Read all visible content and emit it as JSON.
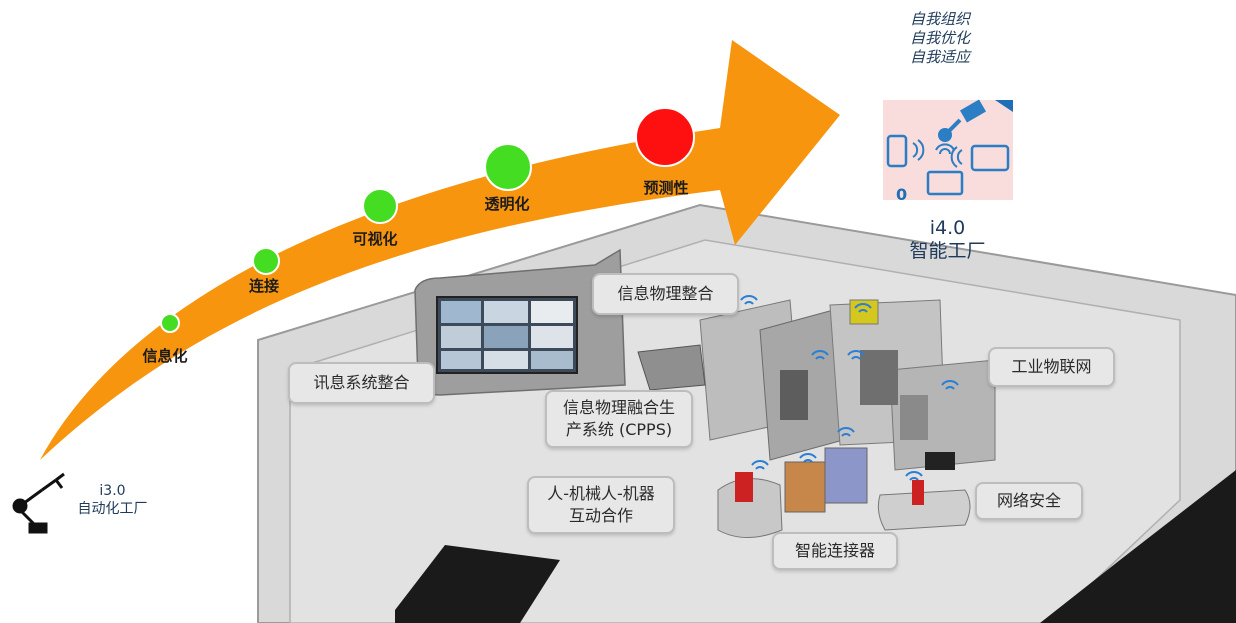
{
  "start": {
    "version": "i3.0",
    "name": "自动化工厂",
    "icon": "robot-arm-icon"
  },
  "end": {
    "version": "i4.0",
    "name": "智能工厂",
    "icon": "smart-connected-devices-icon"
  },
  "goals": [
    "自我组织",
    "自我优化",
    "自我适应"
  ],
  "stages": [
    {
      "label": "信息化",
      "color": "#44dd22"
    },
    {
      "label": "连接",
      "color": "#44dd22"
    },
    {
      "label": "可视化",
      "color": "#44dd22"
    },
    {
      "label": "透明化",
      "color": "#44dd22"
    },
    {
      "label": "预测性",
      "color": "#ff1010"
    }
  ],
  "callouts": {
    "info_system": "讯息系统整合",
    "cyber_physical": "信息物理整合",
    "cpps_line1": "信息物理融合生",
    "cpps_line2": "产系统 (CPPS)",
    "iiot": "工业物联网",
    "hrc_line1": "人-机械人-机器",
    "hrc_line2": "互动合作",
    "security": "网络安全",
    "connector": "智能连接器"
  },
  "colors": {
    "arrow": "#f7950f",
    "text_blue": "#1f3a5a",
    "floor": "#dcdcdc"
  }
}
